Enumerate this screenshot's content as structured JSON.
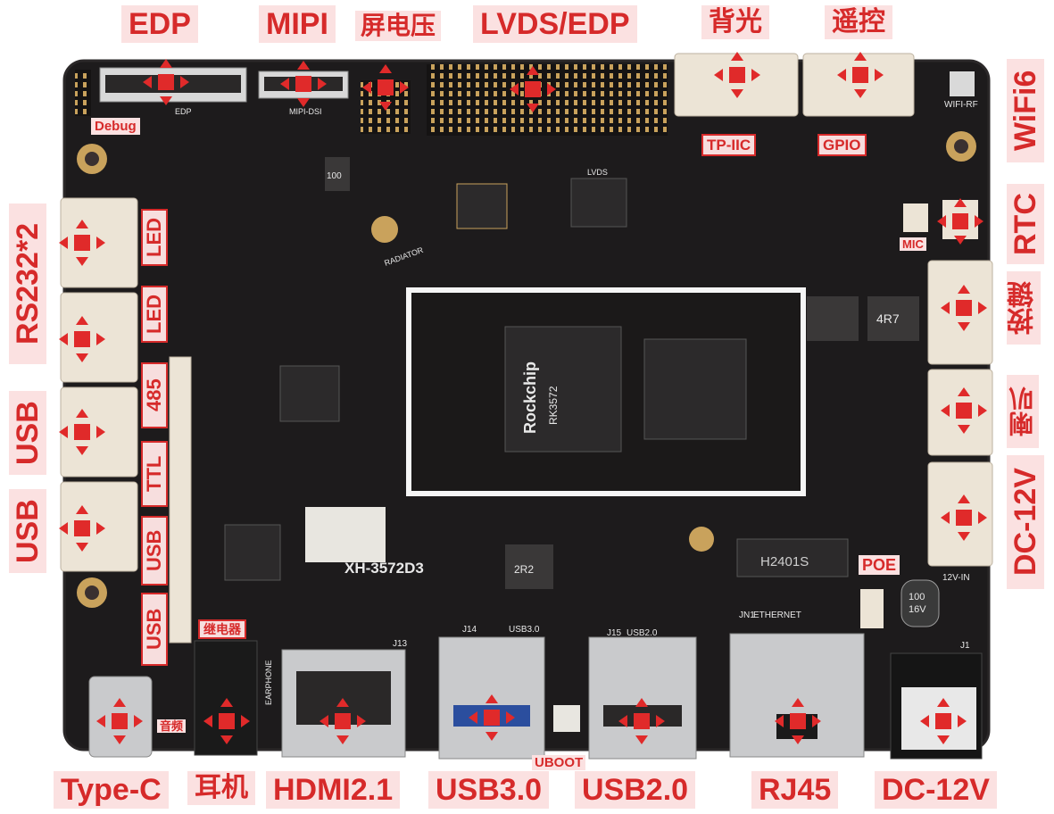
{
  "labels": {
    "edp": "EDP",
    "mipi": "MIPI",
    "screen_voltage": "屏电压",
    "lvds_edp": "LVDS/EDP",
    "backlight": "背光",
    "remote": "遥控",
    "wifi6": "WiFi6",
    "debug": "Debug",
    "tp_iic": "TP-IIC",
    "gpio": "GPIO",
    "rtc": "RTC",
    "mic": "MIC",
    "rs232x2": "RS232*2",
    "led_1": "LED",
    "led_2": "LED",
    "buttons": "按键",
    "usb_left_1": "USB",
    "usb_left_2": "USB",
    "rs485": "485",
    "ttl": "TTL",
    "usb_v1": "USB",
    "usb_v2": "USB",
    "speaker": "喇叭",
    "dc12v_right": "DC-12V",
    "poe": "POE",
    "relay": "继电器",
    "audio": "音频",
    "uboot": "UBOOT",
    "type_c": "Type-C",
    "earphone": "耳机",
    "hdmi": "HDMI2.1",
    "usb30": "USB3.0",
    "usb20": "USB2.0",
    "rj45": "RJ45",
    "dc12v_bottom": "DC-12V"
  },
  "board_text": {
    "model": "XH-3572D3",
    "soc_brand": "Rockchip",
    "soc_model": "RK3572",
    "ethernet": "ETHERNET",
    "h2401s": "H2401S",
    "wifi_rf": "WIFI-RF",
    "radiator": "RADIATOR",
    "edp_silk": "EDP",
    "mipi_dsi": "MIPI-DSI",
    "lvds_silk": "LVDS",
    "in_12v": "12V-IN",
    "earphone_silk": "EARPHONE",
    "cap_100": "100",
    "cap_16v": "16V",
    "ind_2r2": "2R2",
    "ind_4r7": "4R7",
    "ind_100": "100",
    "j1": "J1",
    "j13": "J13",
    "j14": "J14",
    "j15": "J15",
    "jn1": "JN1",
    "usb30_silk": "USB3.0",
    "usb20_silk": "USB2.0"
  },
  "colors": {
    "label_text": "#d62a2a",
    "label_bg": "#fbe1e1",
    "board": "#1d1b1c",
    "connector_beige": "#ece4d6",
    "gold": "#c9a25c",
    "metal": "#c9cacc"
  },
  "icons": {
    "pointer": "four-way-arrow-icon"
  }
}
